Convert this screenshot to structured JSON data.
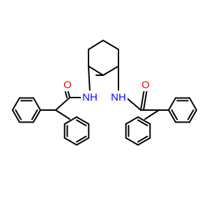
{
  "molecule": {
    "atoms": {
      "n_left": {
        "symbol": "NH",
        "color": "#0000ff"
      },
      "o_left": {
        "symbol": "O",
        "color": "#ff0000"
      },
      "n_right": {
        "symbol": "NH",
        "color": "#0000ff"
      },
      "o_right": {
        "symbol": "O",
        "color": "#ff0000"
      }
    },
    "bond_color": "#000000",
    "background": "#ffffff"
  }
}
